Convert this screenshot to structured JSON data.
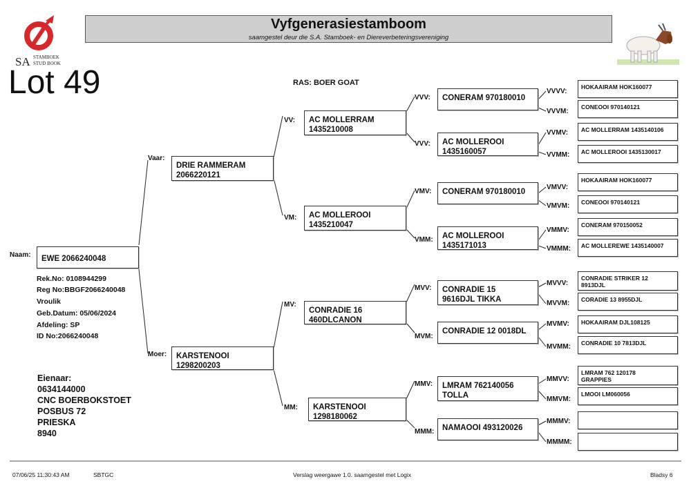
{
  "header": {
    "title": "Vyfgenerasiestamboom",
    "subtitle": "saamgestel deur die S.A. Stamboek- en Diereverbeteringsvereniging"
  },
  "logo": {
    "sa": "SA",
    "line1": "STAMBOEK",
    "line2": "STUD BOOK",
    "color": "#d6272a"
  },
  "lot": "Lot 49",
  "breed": "RAS: BOER GOAT",
  "animal": {
    "naam_label": "Naam:",
    "name": "EWE 2066240048",
    "details": [
      "Rek.No: 0108944299",
      "Reg No:BBGF2066240048",
      "Vroulik",
      "Geb.Datum: 05/06/2024",
      "Afdeling: SP",
      "ID No:2066240048"
    ]
  },
  "owner": {
    "lines": [
      "Eienaar:",
      "0634144000",
      "CNC BOERBOKSTOET",
      "POSBUS 72",
      "PRIESKA",
      "8940"
    ]
  },
  "pedigree": {
    "vaar": {
      "label": "Vaar:",
      "text": "DRIE RAMMERAM\n2066220121"
    },
    "moer": {
      "label": "Moer:",
      "text": "KARSTENOOI\n1298200203"
    },
    "vv": {
      "label": "VV:",
      "text": "AC MOLLERRAM\n1435210008"
    },
    "vm": {
      "label": "VM:",
      "text": "AC MOLLEROOI\n1435210047"
    },
    "mv": {
      "label": "MV:",
      "text": "CONRADIE 16\n460DLCANON"
    },
    "mm": {
      "label": "MM:",
      "text": "KARSTENOOI\n1298180062"
    },
    "vvv": {
      "label": "VVV:",
      "text": "CONERAM 970180010"
    },
    "vvm": {
      "label": "VVV:",
      "text": "AC MOLLEROOI\n1435160057"
    },
    "vmv": {
      "label": "VMV:",
      "text": "CONERAM 970180010"
    },
    "vmm": {
      "label": "VMM:",
      "text": "AC MOLLEROOI\n1435171013"
    },
    "mvv": {
      "label": "MVV:",
      "text": "CONRADIE 15\n9616DJL TIKKA"
    },
    "mvm": {
      "label": "MVM:",
      "text": "CONRADIE 12 0018DL"
    },
    "mmv": {
      "label": "MMV:",
      "text": "LMRAM 762140056\nTOLLA"
    },
    "mmm": {
      "label": "MMM:",
      "text": "NAMAOOI 493120026"
    },
    "g5": [
      {
        "label": "VVVV:",
        "text": "HOKAAIRAM HOK160077"
      },
      {
        "label": "VVVM:",
        "text": "CONEOOI 970140121"
      },
      {
        "label": "VVMV:",
        "text": "AC MOLLERRAM 1435140106"
      },
      {
        "label": "VVMM:",
        "text": "AC MOLLEROOI 1435130017"
      },
      {
        "label": "VMVV:",
        "text": "HOKAAIRAM HOK160077"
      },
      {
        "label": "VMVM:",
        "text": "CONEOOI 970140121"
      },
      {
        "label": "VMMV:",
        "text": "CONERAM 970150052"
      },
      {
        "label": "VMMM:",
        "text": "AC MOLLEREWE 1435140007"
      },
      {
        "label": "MVVV:",
        "text": "CONRADIE STRIKER 12\n8913DJL"
      },
      {
        "label": "MVVM:",
        "text": "CORADIE 13 8955DJL"
      },
      {
        "label": "MVMV:",
        "text": "HOKAAIRAM DJL108125"
      },
      {
        "label": "MVMM:",
        "text": "CONRADIE 10 7813DJL"
      },
      {
        "label": "MMVV:",
        "text": "LMRAM 762 120178\nGRAPPIES"
      },
      {
        "label": "MMVM:",
        "text": "LMOOI LM060056"
      },
      {
        "label": "MMMV:",
        "text": ""
      },
      {
        "label": "MMMM:",
        "text": ""
      }
    ]
  },
  "footer": {
    "datetime": "07/06/25 11:30:43 AM",
    "code": "SBTGC",
    "report": "Verslag weergawe 1.0. saamgestel met Logix",
    "page": "Bladsy 6"
  }
}
